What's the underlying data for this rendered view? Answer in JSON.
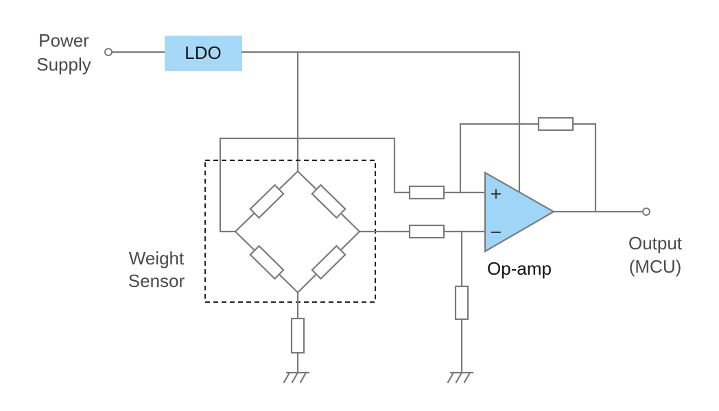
{
  "labels": {
    "power_line1": "Power",
    "power_line2": "Supply",
    "ldo": "LDO",
    "weight_line1": "Weight",
    "weight_line2": "Sensor",
    "opamp": "Op-amp",
    "output_line1": "Output",
    "output_line2": "(MCU)",
    "plus": "+",
    "minus": "−"
  },
  "colors": {
    "wire": "#7a7a7a",
    "ldo_fill": "#a8d8f8",
    "opamp_fill": "#9fd5f7",
    "text": "#4a4a4a"
  },
  "components": {
    "ldo": "low-dropout-regulator-block",
    "opamp": "operational-amplifier-symbol",
    "bridge": "wheatstone-bridge-resistors",
    "grounds": "ground-symbol-icon"
  }
}
